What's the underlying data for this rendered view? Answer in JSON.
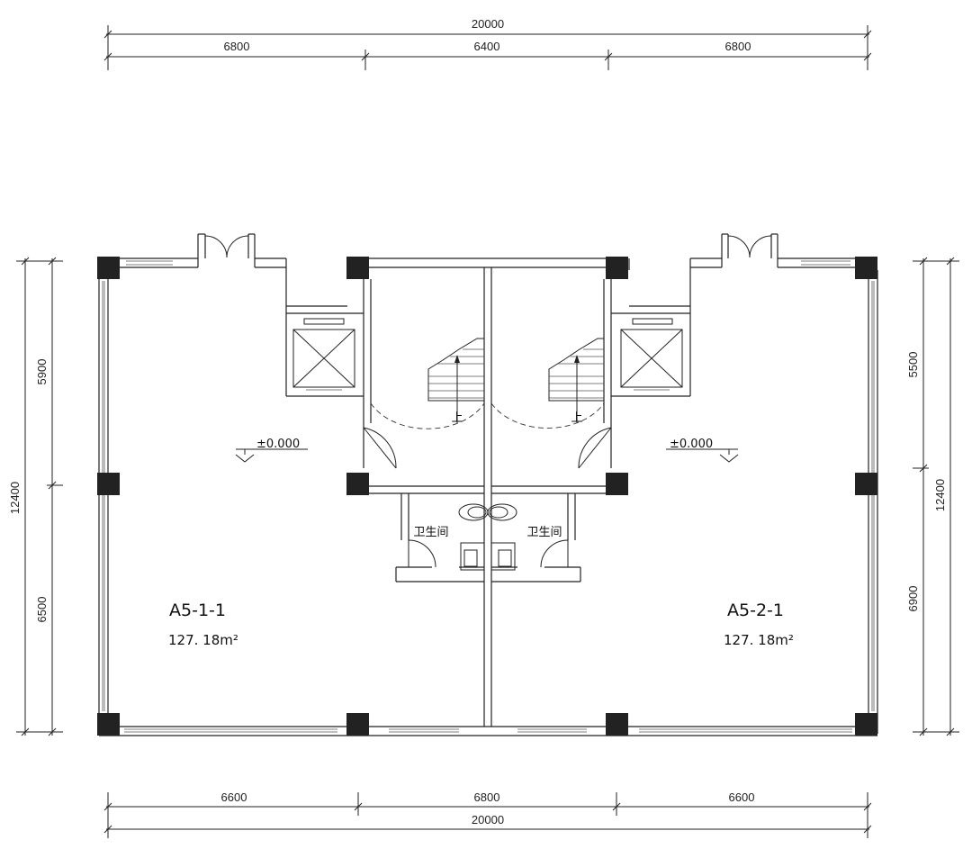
{
  "dimensions": {
    "top_total": "20000",
    "top_segments": [
      "6800",
      "6400",
      "6800"
    ],
    "bottom_segments": [
      "6600",
      "6800",
      "6600"
    ],
    "bottom_total": "20000",
    "left_total": "12400",
    "left_segments": [
      "5900",
      "6500"
    ],
    "right_total": "12400",
    "right_segments": [
      "5500",
      "6900"
    ]
  },
  "units": [
    {
      "name": "A5-1-1",
      "area": "127. 18m²",
      "elevation": "±0.000",
      "restroom": "卫生间",
      "stair_label": "上"
    },
    {
      "name": "A5-2-1",
      "area": "127. 18m²",
      "elevation": "±0.000",
      "restroom": "卫生间",
      "stair_label": "上"
    }
  ]
}
